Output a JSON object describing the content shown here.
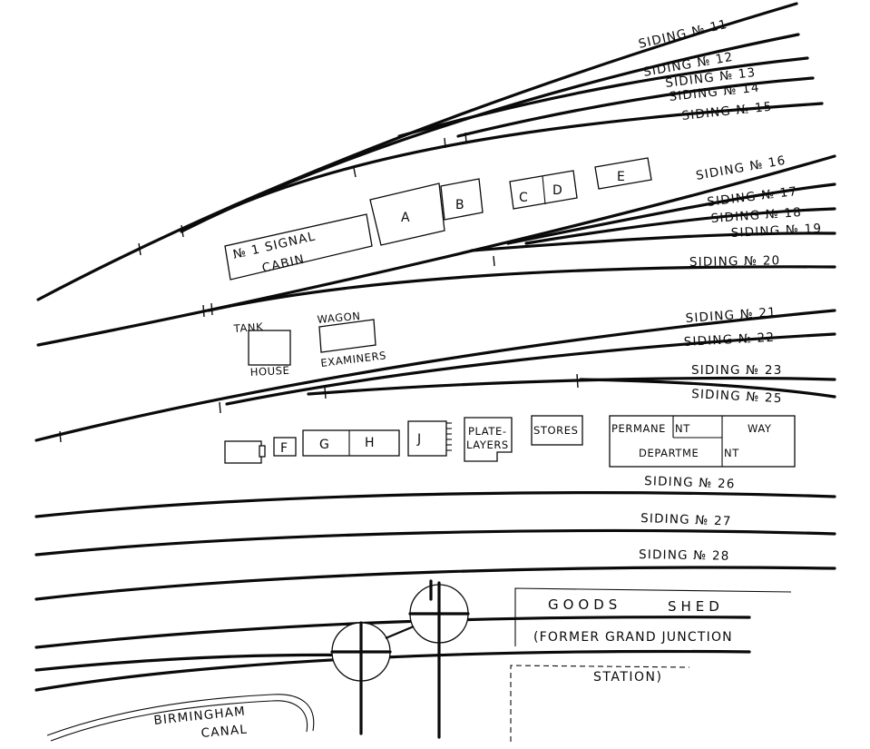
{
  "sidings": {
    "s11": "SIDING № 11",
    "s12": "SIDING № 12",
    "s13": "SIDING № 13",
    "s14": "SIDING № 14",
    "s15": "SIDING № 15",
    "s16": "SIDING № 16",
    "s17": "SIDING № 17",
    "s18": "SIDING № 18",
    "s19": "SIDING № 19",
    "s20": "SIDING № 20",
    "s21": "SIDING № 21",
    "s22": "SIDING № 22",
    "s23": "SIDING № 23",
    "s25": "SIDING № 25",
    "s26": "SIDING № 26",
    "s27": "SIDING № 27",
    "s28": "SIDING № 28"
  },
  "buildings": {
    "signal_cabin_line1": "№ 1  SIGNAL",
    "signal_cabin_line2": "CABIN",
    "a": "A",
    "b": "B",
    "c": "C",
    "d": "D",
    "e": "E",
    "tank": "TANK",
    "house": "HOUSE",
    "wagon": "WAGON",
    "examiners": "EXAMINERS",
    "f": "F",
    "g": "G",
    "h": "H",
    "j": "J",
    "platelayers_line1": "PLATE-",
    "platelayers_line2": "LAYERS",
    "stores": "STORES",
    "permanent_a": "PERMANE",
    "permanent_b": "NT",
    "way": "WAY",
    "department_a": "DEPARTME",
    "department_b": "NT"
  },
  "goods": {
    "goods": "GOODS",
    "shed": "SHED",
    "former": "(FORMER GRAND JUNCTION",
    "station": "STATION)"
  },
  "canal": {
    "line1": "BIRMINGHAM",
    "line2": "CANAL"
  }
}
